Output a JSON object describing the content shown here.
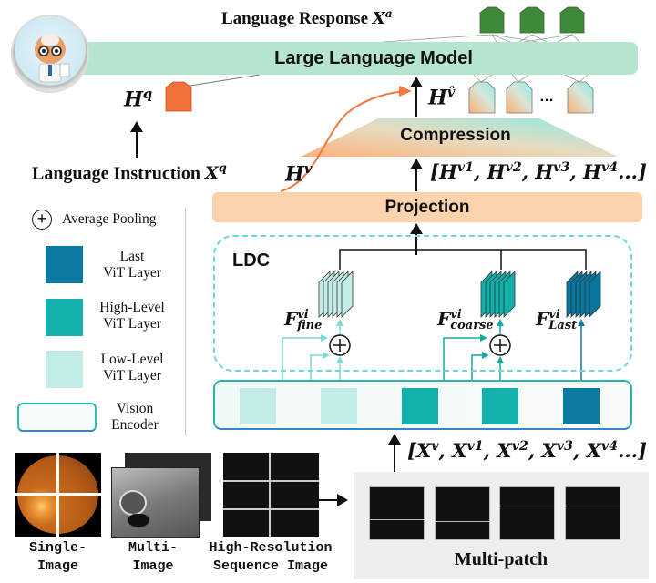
{
  "title": "Medical MLLM architecture with LDC and Compression",
  "llm": {
    "label": "Large Language Model"
  },
  "response": {
    "label": "Language Response",
    "symbol": "X",
    "sup": "a",
    "token_count": 3,
    "token_color": "#3f8a3a"
  },
  "query": {
    "symbol": "H",
    "sup": "q",
    "token_color": "#f0703a"
  },
  "instruction": {
    "label": "Language Instruction",
    "symbol": "X",
    "sup": "q"
  },
  "compressed": {
    "symbol": "H",
    "sup": "v̂",
    "ellipsis": "…"
  },
  "compression": {
    "label": "Compression"
  },
  "hv": {
    "symbol": "H",
    "sup": "v"
  },
  "hv_list": {
    "text_prefix": "[",
    "items": [
      [
        "H",
        "v1"
      ],
      [
        "H",
        "v2"
      ],
      [
        "H",
        "v3"
      ],
      [
        "H",
        "v4"
      ]
    ],
    "text_suffix": "...]"
  },
  "projection": {
    "label": "Projection"
  },
  "ldc": {
    "label": "LDC"
  },
  "features": [
    {
      "symbol": "F",
      "sup": "vi",
      "sub": "fine",
      "color": "#c3ede9"
    },
    {
      "symbol": "F",
      "sup": "vi",
      "sub": "coarse",
      "color": "#12b0ab"
    },
    {
      "symbol": "F",
      "sup": "vi",
      "sub": "Last",
      "color": "#0678a0"
    }
  ],
  "legend": {
    "pooling": "Average Pooling",
    "items": [
      {
        "line1": "Last",
        "line2": "ViT Layer",
        "color": "#0a7aa3"
      },
      {
        "line1": "High-Level",
        "line2": "ViT Layer",
        "color": "#13b0ac"
      },
      {
        "line1": "Low-Level",
        "line2": "ViT Layer",
        "color": "#c2ece7"
      },
      {
        "line1": "Vision",
        "line2": "Encoder",
        "color": "#f4fbf9"
      }
    ]
  },
  "x_list": {
    "items": [
      [
        "X",
        "v"
      ],
      [
        "X",
        "v1"
      ],
      [
        "X",
        "v2"
      ],
      [
        "X",
        "v3"
      ],
      [
        "X",
        "v4"
      ]
    ]
  },
  "inputs": [
    {
      "line1": "Single-",
      "line2": "Image"
    },
    {
      "line1": "Multi-",
      "line2": "Image"
    },
    {
      "line1": "High-Resolution",
      "line2": "Sequence Image"
    }
  ],
  "multipatch": {
    "label": "Multi-patch"
  },
  "colors": {
    "llm": "#b5e4cf",
    "projection": "#fdd3ad",
    "ldc_border": "#6fd6da",
    "arrow_orange": "#f07a3e"
  }
}
